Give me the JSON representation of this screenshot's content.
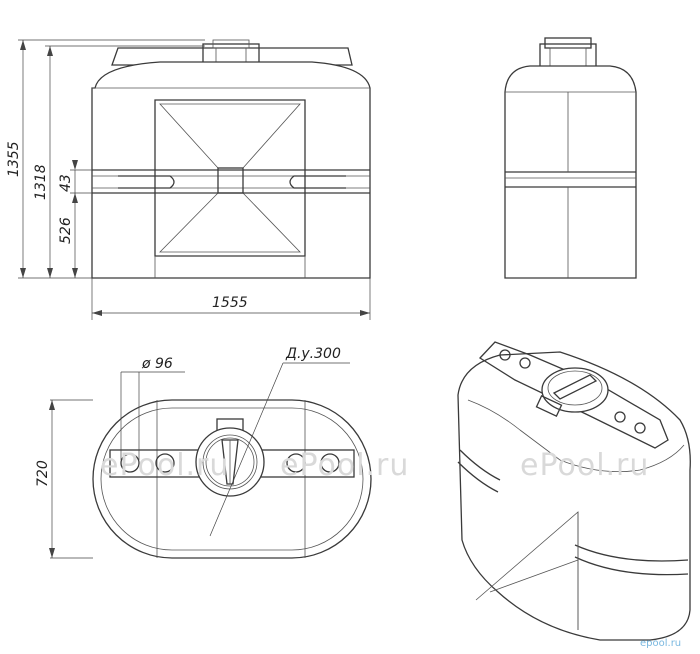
{
  "dimensions": {
    "height_total": "1355",
    "height_mid": "1318",
    "groove_height": "43",
    "lower_height": "526",
    "width": "1555",
    "depth": "720",
    "hole_diameter": "ø 96",
    "neck_label": "Д.у.300"
  },
  "watermarks": {
    "main": "ePool.ru",
    "corner": "epool.ru"
  },
  "colors": {
    "line": "#3a3a3a",
    "watermark": "#d9d9d9",
    "corner_logo": "#7ab8e0"
  }
}
